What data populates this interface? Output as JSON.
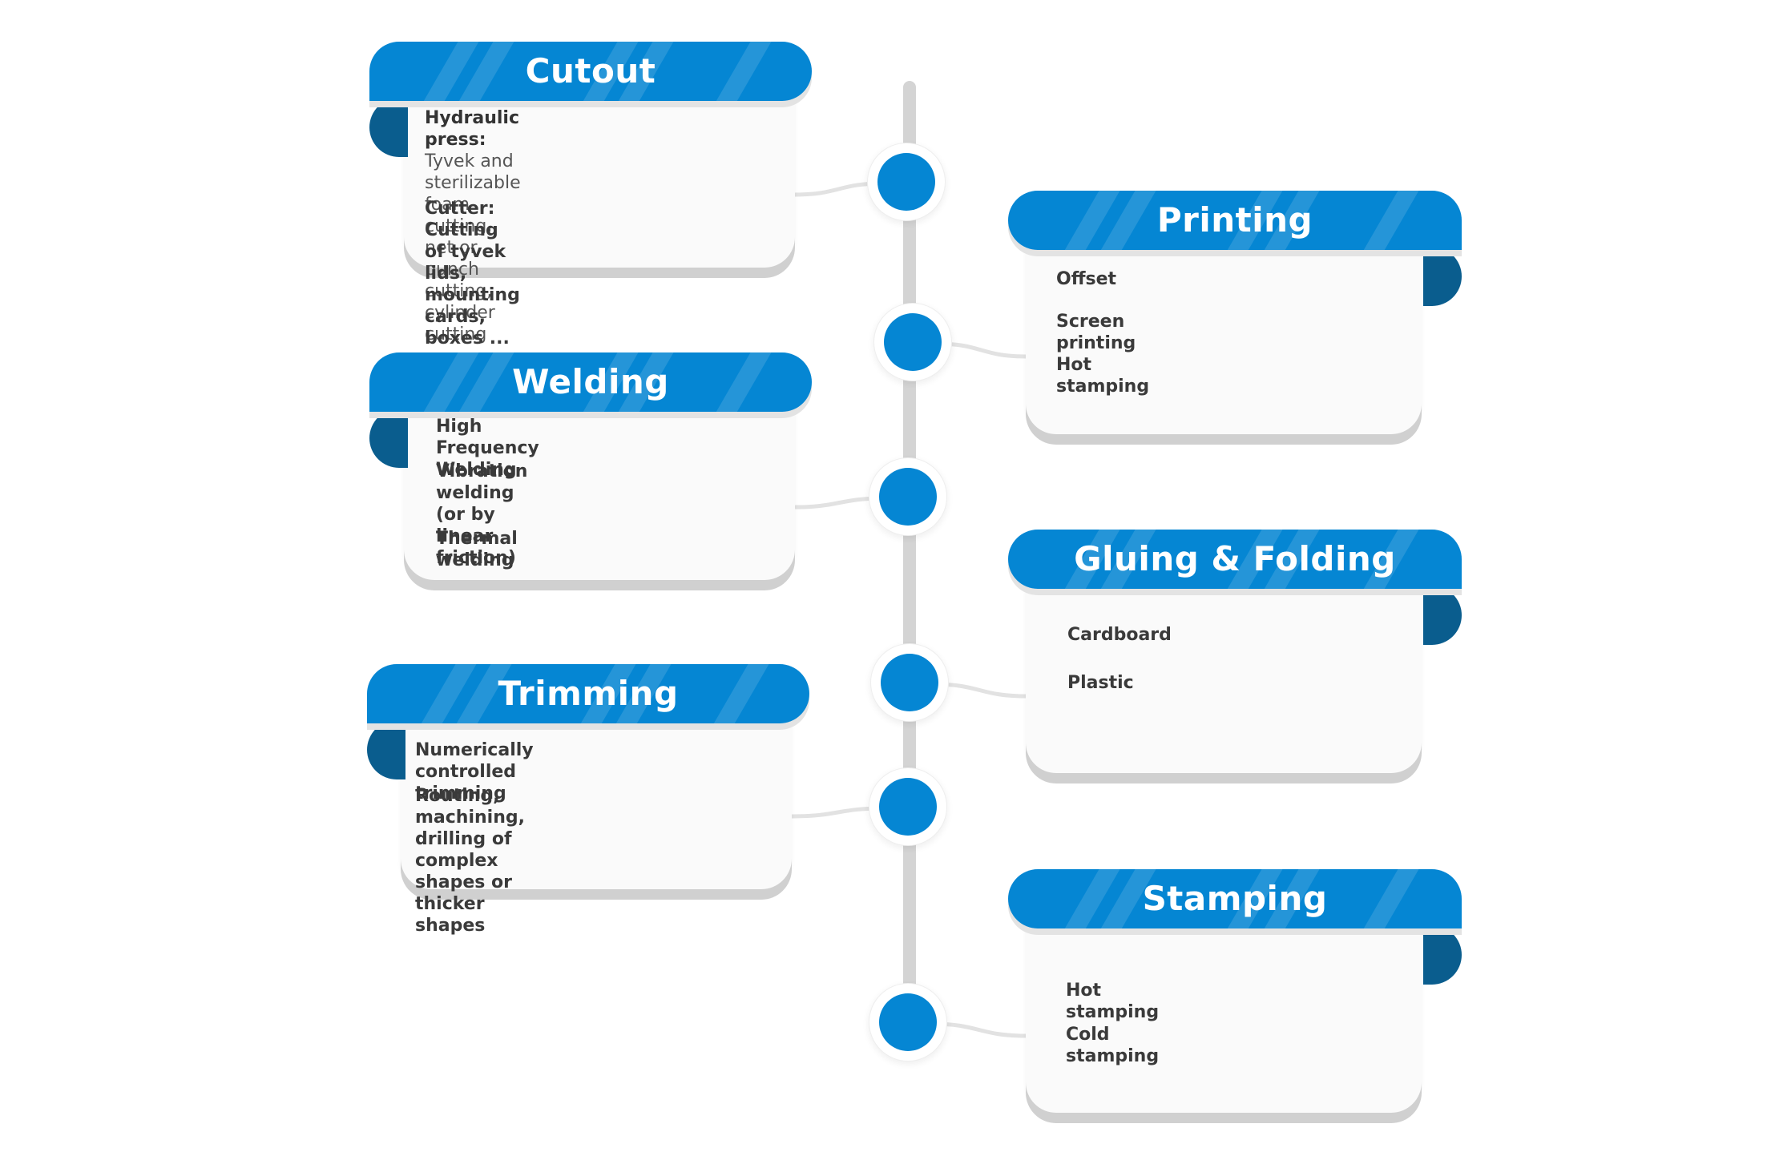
{
  "sections": [
    {
      "id": "cutout",
      "title": "Cutout",
      "items": [
        {
          "lead": "Hydraulic press: ",
          "text": "Tyvek and sterilizable\nfoam cutting, net or punch cutting,\ncylinder cutting"
        },
        {
          "lead": "",
          "text": "Cutter: Cutting of tyvek lids, mounting\ncards, boxes ..."
        }
      ]
    },
    {
      "id": "printing",
      "title": "Printing",
      "items": [
        {
          "lead": "",
          "text": "Offset"
        },
        {
          "lead": "",
          "text": "Screen printing"
        },
        {
          "lead": "",
          "text": "Hot stamping"
        }
      ]
    },
    {
      "id": "welding",
      "title": "Welding",
      "items": [
        {
          "lead": "",
          "text": "High Frequency Welding"
        },
        {
          "lead": "",
          "text": "Vibration welding\n(or by linear friction)"
        },
        {
          "lead": "",
          "text": "Thermal welding"
        }
      ]
    },
    {
      "id": "gluing-folding",
      "title": "Gluing & Folding",
      "items": [
        {
          "lead": "",
          "text": "Cardboard"
        },
        {
          "lead": "",
          "text": "Plastic"
        }
      ]
    },
    {
      "id": "trimming",
      "title": "Trimming",
      "items": [
        {
          "lead": "",
          "text": "Numerically controlled trimming"
        },
        {
          "lead": "",
          "text": "Routing, machining, drilling of complex\nshapes or thicker shapes"
        }
      ]
    },
    {
      "id": "stamping",
      "title": "Stamping",
      "items": [
        {
          "lead": "",
          "text": "Hot stamping"
        },
        {
          "lead": "",
          "text": "Cold stamping"
        }
      ]
    }
  ],
  "colors": {
    "header": "#0586d3",
    "fold": "#0a5d8e",
    "dot": "#0586d3",
    "timeline": "#d4d4d4",
    "card": "#fafafa"
  }
}
